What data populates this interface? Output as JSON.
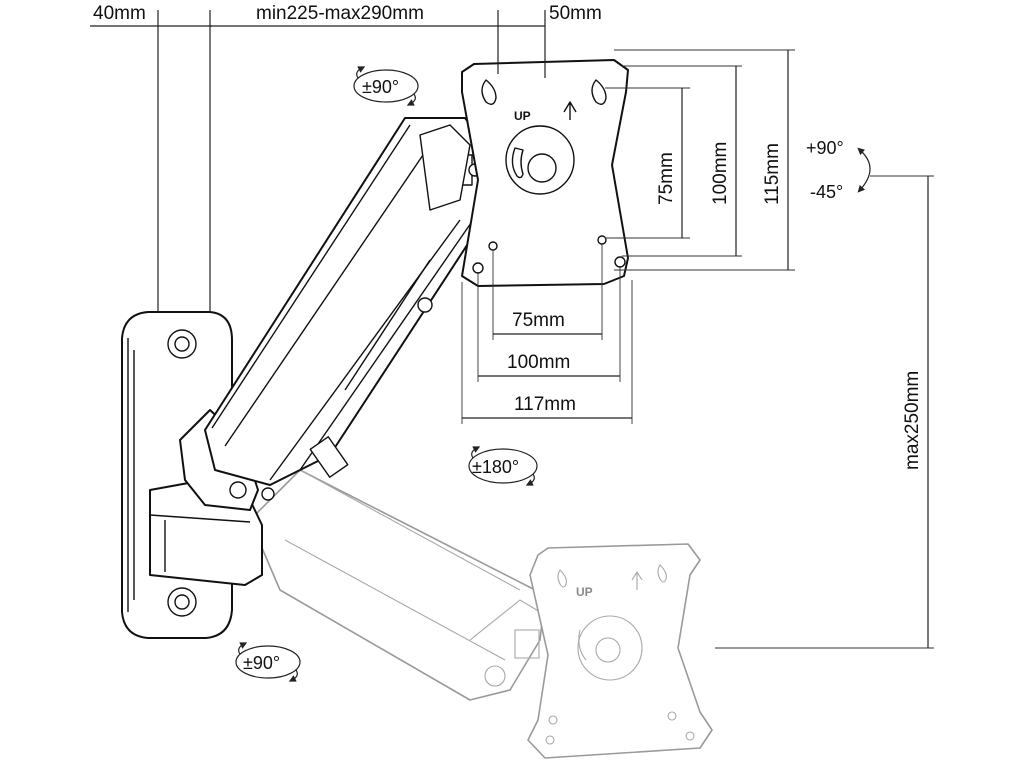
{
  "labels": {
    "arm_offset": "40mm",
    "arm_length": "min225-max290mm",
    "plate_offset": "50mm",
    "tilt_up": "+90°",
    "tilt_down": "-45°",
    "swivel_top": "±90°",
    "rotation": "±180°",
    "swivel_bottom": "±90°",
    "max_height": "max250mm",
    "vesa_h75": "75mm",
    "vesa_h100": "100mm",
    "plate_h115": "115mm",
    "vesa_w75": "75mm",
    "vesa_w100": "100mm",
    "plate_w117": "117mm",
    "up_mark": "UP",
    "up_mark_ghost": "UP"
  }
}
